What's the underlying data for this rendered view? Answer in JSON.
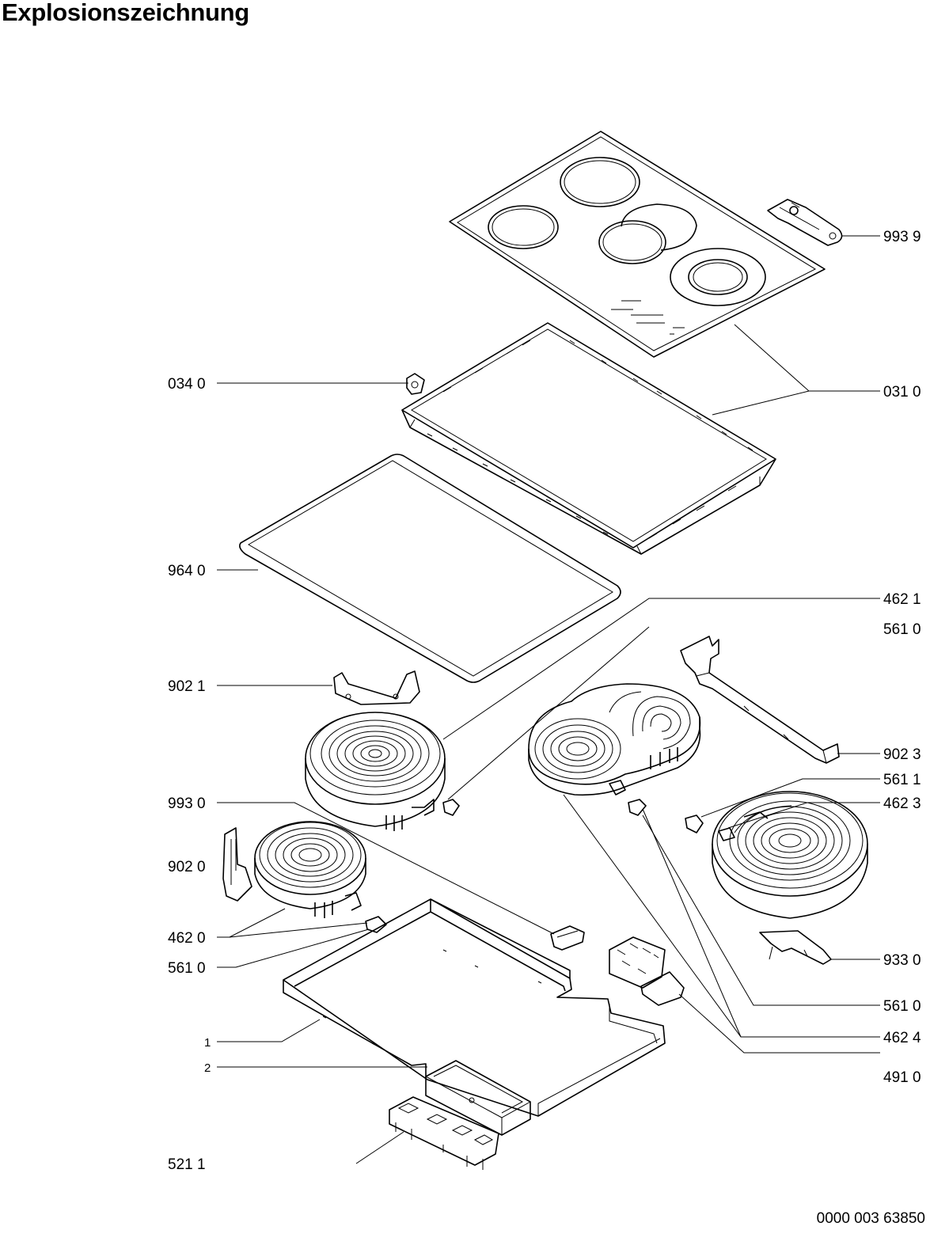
{
  "title": "Explosionszeichnung",
  "document_number": "0000 003 63850",
  "labels": {
    "p9939": "993 9",
    "p0340": "034 0",
    "p0310": "031 0",
    "p9640": "964 0",
    "p4621": "462 1",
    "p5610a": "561 0",
    "p9021": "902 1",
    "p9023": "902 3",
    "p5611": "561 1",
    "p9930": "993 0",
    "p4623": "462 3",
    "p9020": "902 0",
    "p4620": "462 0",
    "p9330": "933 0",
    "p5610b": "561 0",
    "p5610c": "561 0",
    "p1": "1",
    "p4624": "462 4",
    "p2": "2",
    "p4910": "491 0",
    "p5211": "521 1"
  }
}
